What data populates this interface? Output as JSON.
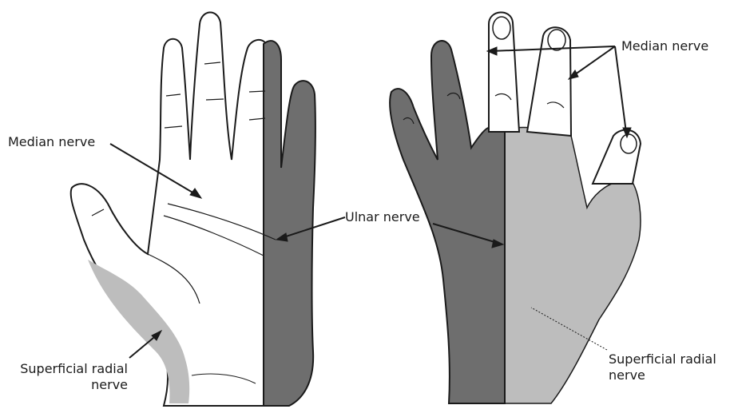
{
  "diagram": {
    "labels": {
      "median_palmar": "Median nerve",
      "median_dorsal": "Median nerve",
      "ulnar": "Ulnar nerve",
      "radial_palmar_line1": "Superficial radial",
      "radial_palmar_line2": "nerve",
      "radial_dorsal_line1": "Superficial radial",
      "radial_dorsal_line2": "nerve"
    },
    "colors": {
      "ulnar_zone": "#6e6e6e",
      "radial_zone": "#bdbdbd",
      "outline": "#1a1a1a",
      "skin": "#ffffff"
    }
  }
}
